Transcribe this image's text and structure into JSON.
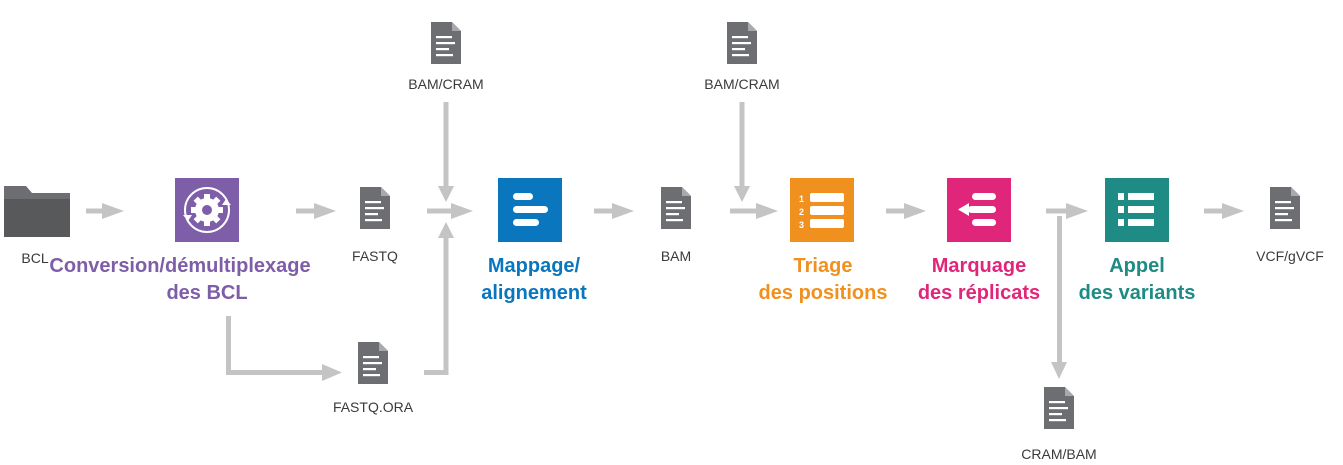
{
  "colors": {
    "arrow": "#c4c4c4",
    "doc": "#6d6e71",
    "text": "#3a3a3a",
    "purple": "#7e5ea8",
    "blue": "#0a76bd",
    "orange": "#f0901e",
    "magenta": "#e0267a",
    "teal": "#1e8b85"
  },
  "inputs": {
    "bcl_label": "BCL",
    "fastq_label": "FASTQ",
    "fastq_ora_label": "FASTQ.ORA",
    "bam_cram_top_1_label": "BAM/CRAM",
    "bam_label": "BAM",
    "bam_cram_top_2_label": "BAM/CRAM",
    "vcf_label": "VCF/gVCF",
    "cram_bam_label": "CRAM/BAM"
  },
  "steps": {
    "conversion": {
      "line1": "Conversion/démultiplexage",
      "line2": "des BCL",
      "icon": "gear-cycle-icon"
    },
    "mapping": {
      "line1": "Mappage/",
      "line2": "alignement",
      "icon": "alignment-bars-icon"
    },
    "sorting": {
      "line1": "Triage",
      "line2": "des positions",
      "icon": "numbered-list-icon"
    },
    "dedup": {
      "line1": "Marquage",
      "line2": "des réplicats",
      "icon": "mark-duplicates-icon"
    },
    "variants": {
      "line1": "Appel",
      "line2": "des variants",
      "icon": "bulleted-list-icon"
    }
  }
}
